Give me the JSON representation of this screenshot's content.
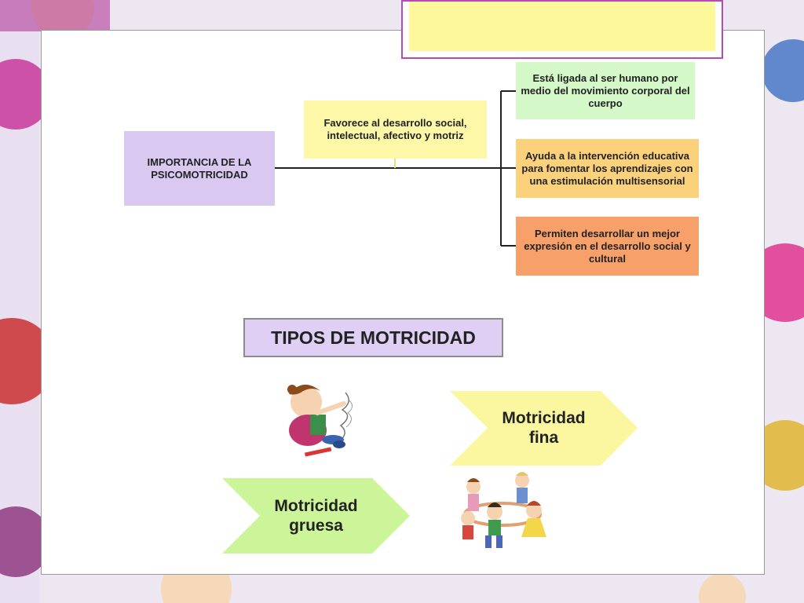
{
  "colors": {
    "root_fill": "#d9c9f1",
    "social_fill": "#fdf8a8",
    "ligada_fill": "#d4f8c8",
    "ayuda_fill": "#fcd17c",
    "permiten_fill": "#f7a06a",
    "tipos_fill": "#e0cff4",
    "arrow_fina": "#fbf6a0",
    "arrow_gruesa": "#ccf59a",
    "callout_border": "#b54bb5",
    "callout_fill": "#fdf99b"
  },
  "mindmap": {
    "root": "IMPORTANCIA  DE LA PSICOMOTRICIDAD",
    "branch_social": "Favorece al desarrollo social, intelectual, afectivo y motriz",
    "branch_ligada": "Está ligada al ser humano por medio del movimiento corporal del cuerpo",
    "branch_ayuda": "Ayuda a la intervención educativa para fomentar los aprendizajes con una estimulación multisensorial",
    "branch_permiten": "Permiten desarrollar un mejor expresión en el desarrollo social y cultural"
  },
  "tipos": {
    "title": "TIPOS DE MOTRICIDAD",
    "fina": "Motricidad fina",
    "gruesa": "Motricidad gruesa"
  },
  "icons": [
    "child-drawing-image",
    "children-dancing-image"
  ]
}
